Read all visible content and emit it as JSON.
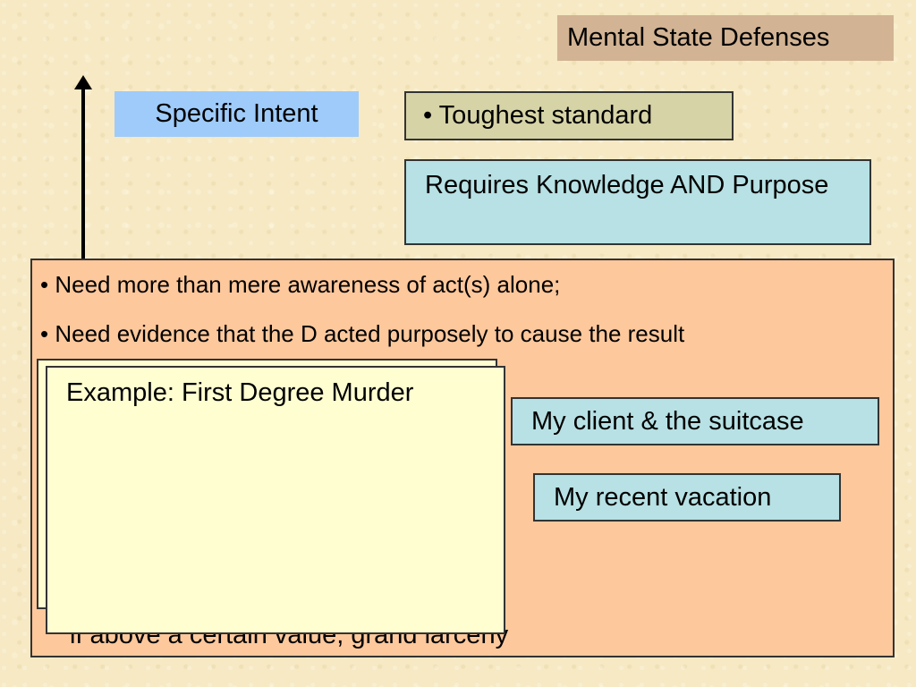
{
  "slide": {
    "title": "Mental State Defenses",
    "level_label": "Specific Intent",
    "standard_note": "• Toughest standard",
    "requirement": "Requires Knowledge AND Purpose",
    "bullets": [
      "• Need more than mere awareness of act(s) alone;",
      "• Need evidence that the D acted purposely to cause the result"
    ],
    "partially_hidden_text": "if above a certain value, grand larceny",
    "example_card": "Example: First Degree Murder",
    "label_suitcase": "My client & the suitcase",
    "label_vacation": "My recent vacation"
  },
  "colors": {
    "background": "#f6e9c3",
    "title_box": "#d2b393",
    "specific_intent_box": "#9ecbfa",
    "toughest_box": "#d6d3a6",
    "teal_box": "#b7e1e4",
    "main_panel": "#fdc89c",
    "example_card": "#fefed1"
  }
}
